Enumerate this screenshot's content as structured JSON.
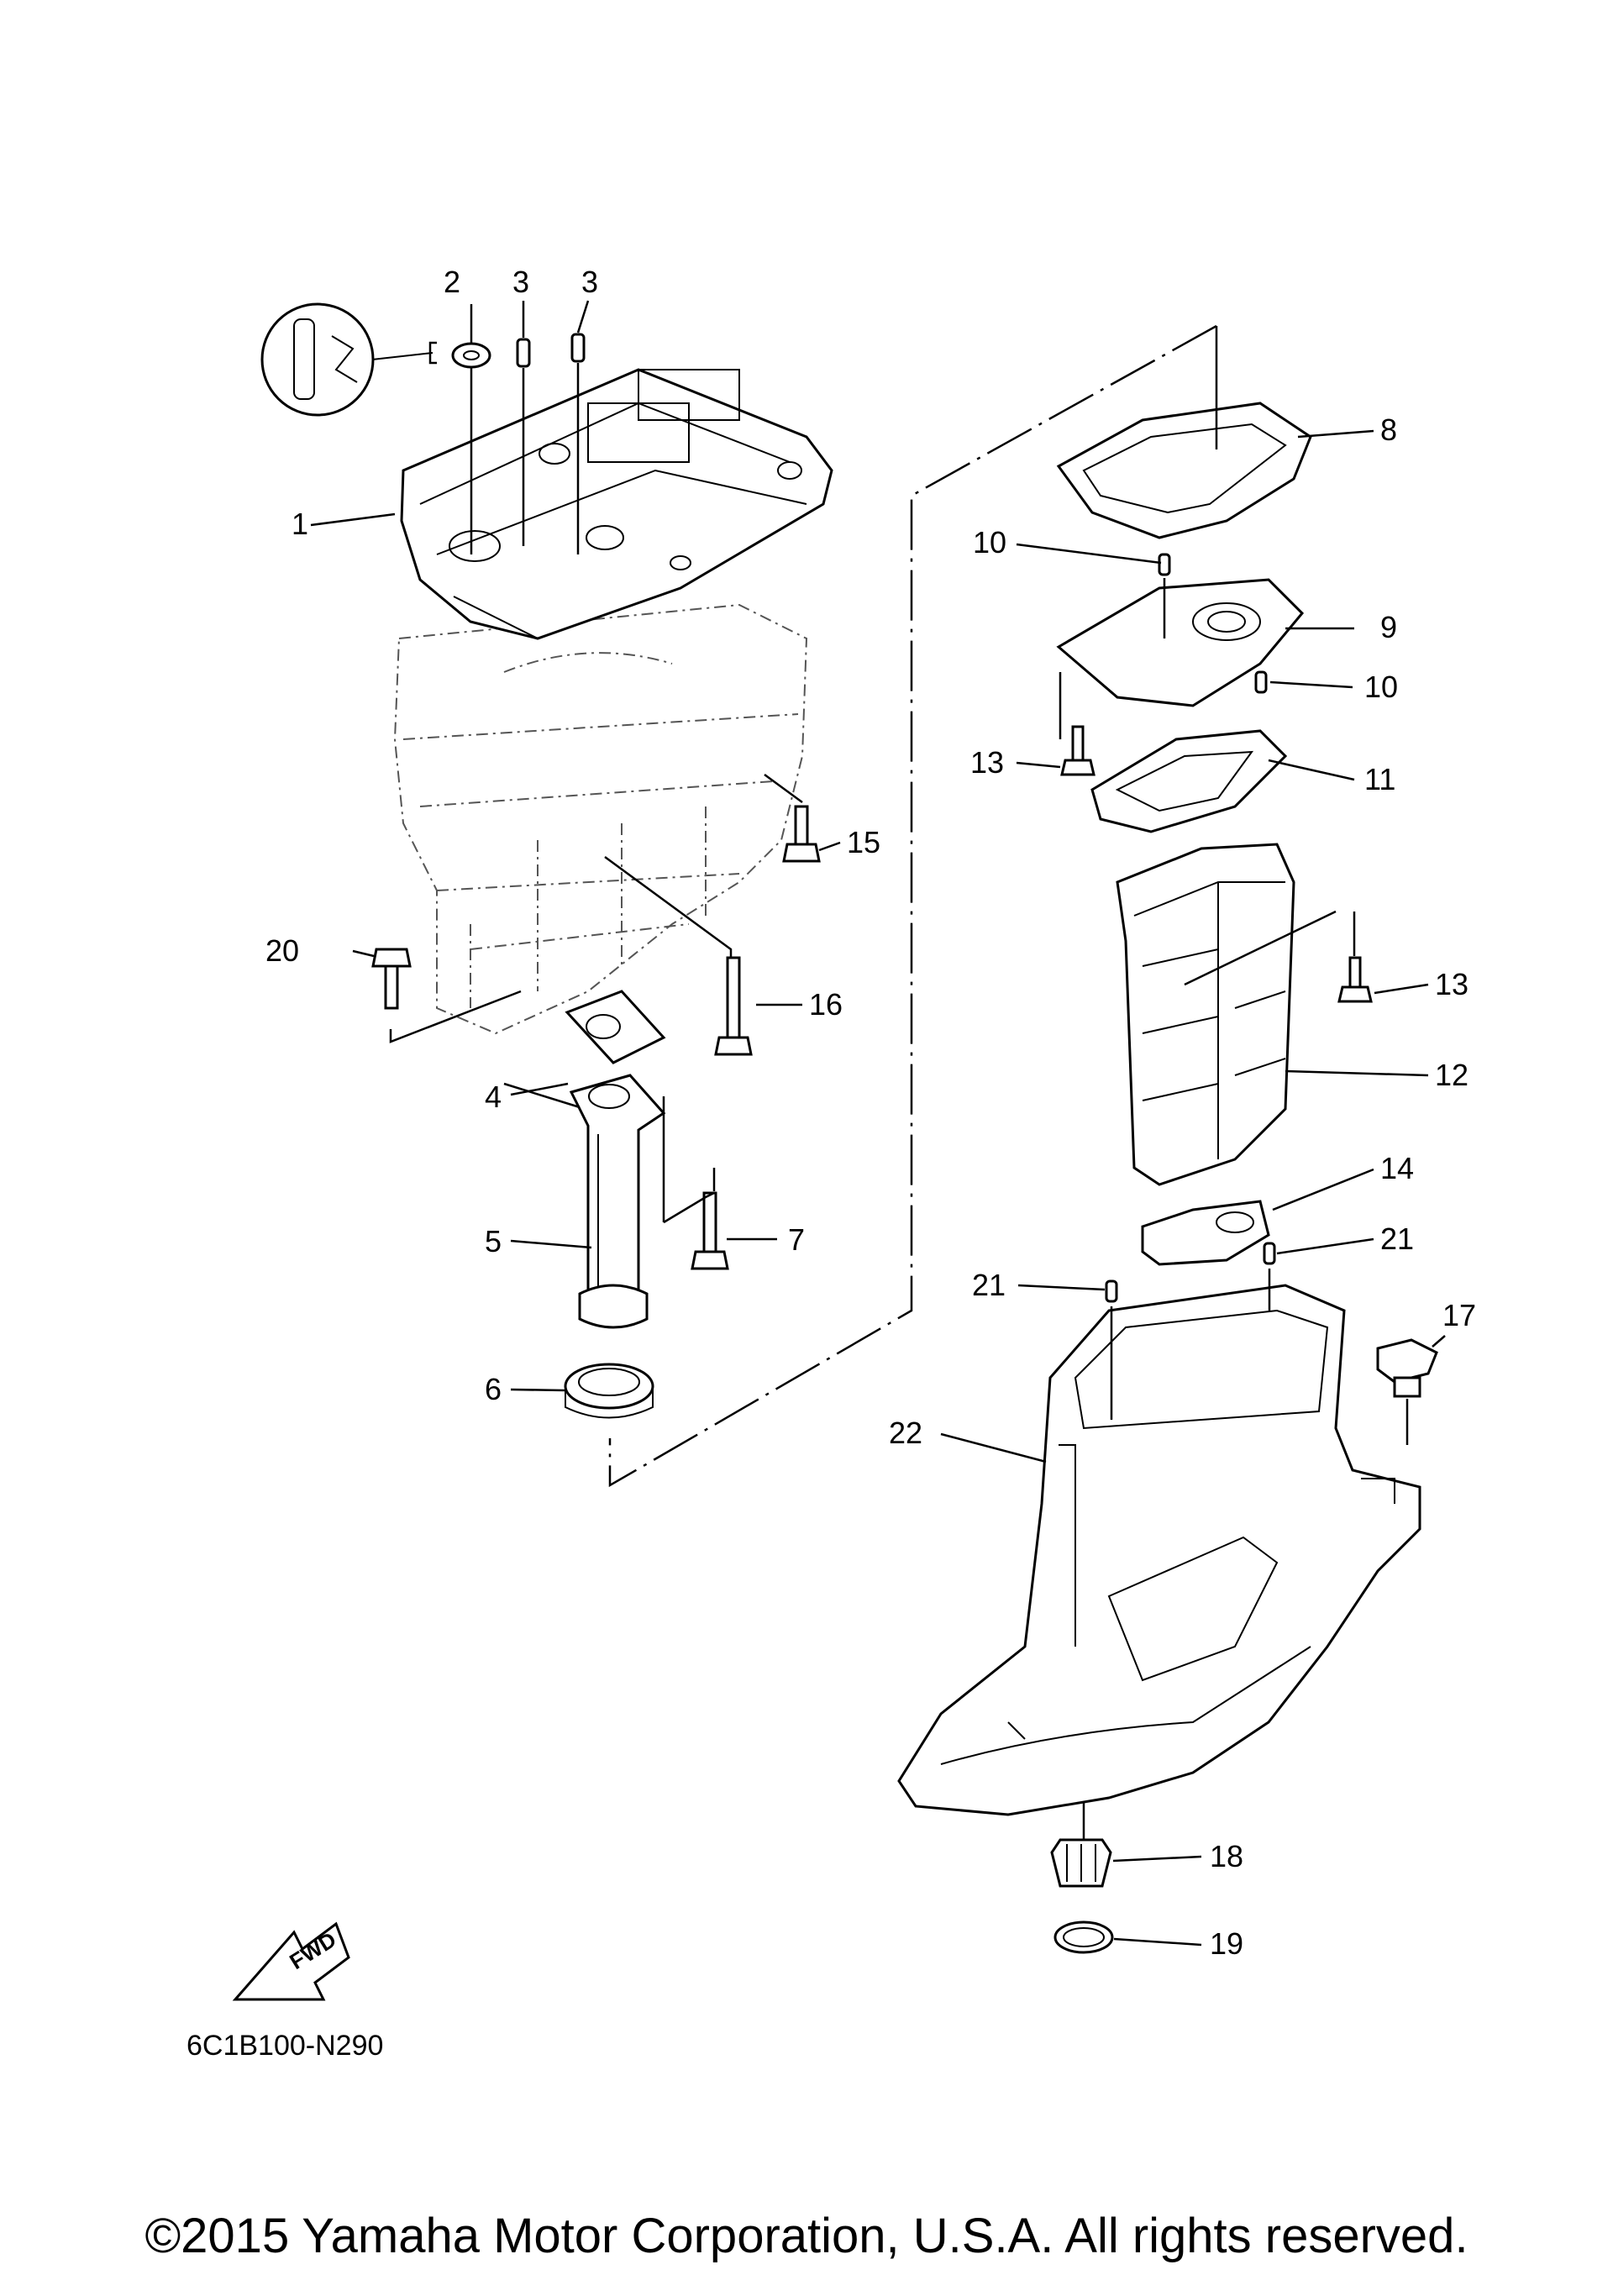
{
  "diagram": {
    "code": "6C1B100-N290",
    "fwd_label": "FWD",
    "callouts": {
      "c1": "1",
      "c2": "2",
      "c3a": "3",
      "c3b": "3",
      "c4": "4",
      "c5": "5",
      "c6": "6",
      "c7": "7",
      "c8": "8",
      "c9": "9",
      "c10a": "10",
      "c10b": "10",
      "c11": "11",
      "c12": "12",
      "c13a": "13",
      "c13b": "13",
      "c14": "14",
      "c15": "15",
      "c16": "16",
      "c17": "17",
      "c18": "18",
      "c19": "19",
      "c20": "20",
      "c21a": "21",
      "c21b": "21",
      "c22": "22"
    }
  },
  "footer": {
    "copyright": "©2015 Yamaha Motor Corporation, U.S.A. All rights reserved."
  }
}
